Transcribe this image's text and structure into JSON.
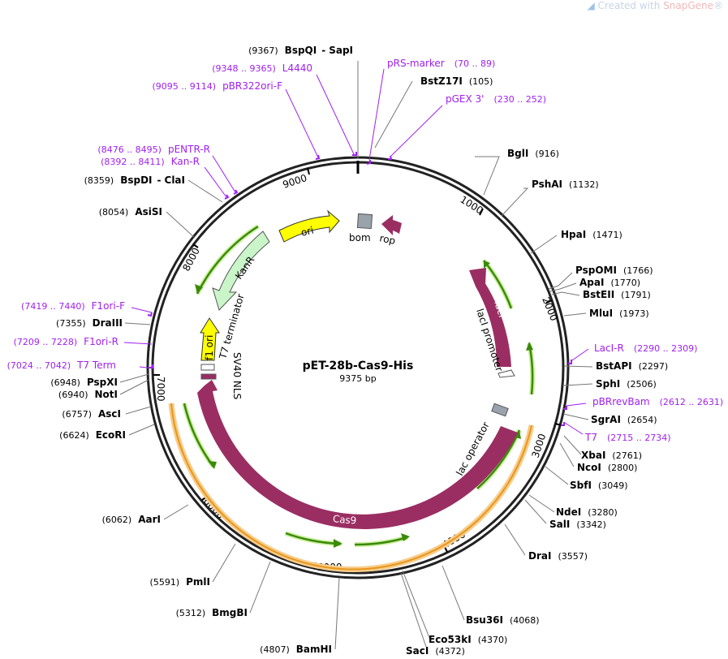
{
  "watermark": {
    "prefix": "Created with ",
    "brand": "SnapGene",
    "mark": "®"
  },
  "plasmid": {
    "name": "pET-28b-Cas9-His",
    "length_label": "9375 bp"
  },
  "ticks": [
    "1000",
    "2000",
    "3000",
    "4000",
    "5000",
    "6000",
    "7000",
    "8000",
    "9000"
  ],
  "sites_right": [
    {
      "name": "BstZ17I",
      "pos": "(105)"
    },
    {
      "name": "BglI",
      "pos": "(916)"
    },
    {
      "name": "PshAI",
      "pos": "(1132)"
    },
    {
      "name": "HpaI",
      "pos": "(1471)"
    },
    {
      "name": "PspOMI",
      "pos": "(1766)"
    },
    {
      "name": "ApaI",
      "pos": "(1770)"
    },
    {
      "name": "BstEII",
      "pos": "(1791)"
    },
    {
      "name": "MluI",
      "pos": "(1973)"
    },
    {
      "name": "BstAPI",
      "pos": "(2297)"
    },
    {
      "name": "SphI",
      "pos": "(2506)"
    },
    {
      "name": "SgrAI",
      "pos": "(2654)"
    },
    {
      "name": "XbaI",
      "pos": "(2761)"
    },
    {
      "name": "NcoI",
      "pos": "(2800)"
    },
    {
      "name": "SbfI",
      "pos": "(3049)"
    },
    {
      "name": "NdeI",
      "pos": "(3280)"
    },
    {
      "name": "SalI",
      "pos": "(3342)"
    },
    {
      "name": "DraI",
      "pos": "(3557)"
    },
    {
      "name": "Bsu36I",
      "pos": "(4068)"
    },
    {
      "name": "Eco53kI",
      "pos": "(4370)"
    },
    {
      "name": "SacI",
      "pos": "(4372)"
    }
  ],
  "sites_left": [
    {
      "pos": "(9367)",
      "name": "BspQI",
      "sep": "-",
      "alt": "SapI"
    },
    {
      "pos": "(8359)",
      "name": "BspDI",
      "sep": "-",
      "alt": "ClaI"
    },
    {
      "pos": "(8054)",
      "name": "AsiSI"
    },
    {
      "pos": "(7355)",
      "name": "DraIII"
    },
    {
      "pos": "(6948)",
      "name": "PspXI"
    },
    {
      "pos": "(6940)",
      "name": "NotI"
    },
    {
      "pos": "(6757)",
      "name": "AscI"
    },
    {
      "pos": "(6624)",
      "name": "EcoRI"
    },
    {
      "pos": "(6062)",
      "name": "AarI"
    },
    {
      "pos": "(5591)",
      "name": "PmlI"
    },
    {
      "pos": "(5312)",
      "name": "BmgBI"
    },
    {
      "pos": "(4807)",
      "name": "BamHI"
    }
  ],
  "primers_right": [
    {
      "name": "pRS-marker",
      "range": "(70 .. 89)"
    },
    {
      "name": "pGEX 3'",
      "range": "(230 .. 252)"
    },
    {
      "name": "LacI-R",
      "range": "(2290 .. 2309)"
    },
    {
      "name": "pBRrevBam",
      "range": "(2612 .. 2631)"
    },
    {
      "name": "T7",
      "range": "(2715 .. 2734)"
    }
  ],
  "primers_left": [
    {
      "range": "(9348 .. 9365)",
      "name": "L4440"
    },
    {
      "range": "(9095 .. 9114)",
      "name": "pBR322ori-F"
    },
    {
      "range": "(8476 .. 8495)",
      "name": "pENTR-R"
    },
    {
      "range": "(8392 .. 8411)",
      "name": "Kan-R"
    },
    {
      "range": "(7419 .. 7440)",
      "name": "F1ori-F"
    },
    {
      "range": "(7209 .. 7228)",
      "name": "F1ori-R"
    },
    {
      "range": "(7024 .. 7042)",
      "name": "T7 Term"
    }
  ],
  "features": {
    "ori": "ori",
    "kanr": "KanR",
    "f1ori": "f1 ori",
    "laci": "lacI",
    "cas9": "Cas9",
    "bom": "bom",
    "rop": "rop",
    "t7term": "T7 terminator",
    "sv40": "SV40 NLS",
    "laci_promoter": "lacI promoter",
    "lac_operator": "lac operator"
  },
  "colors": {
    "backbone": "#222222",
    "feature_dark": "#9a2e62",
    "yellow": "#ffff00",
    "kanr": "#c9f5c8",
    "primer": "#a020f0",
    "orange": "#f0a030",
    "green": "#3a8a0a"
  }
}
